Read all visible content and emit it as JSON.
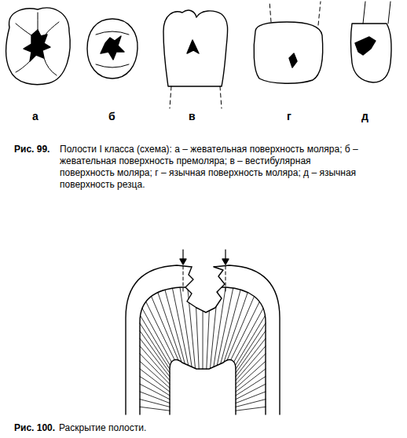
{
  "diagram": {
    "labels": [
      "а",
      "б",
      "в",
      "г",
      "д",
      "Рис. 99.",
      "Полости I класса (схема): а – жевательная поверхность моляра; б – жевательная поверхность премоляра; в – вестибулярная поверхность моляра; г – язычная поверхность моляра; д – язычная поверхность резца.",
      "Рис. 100.",
      "Раскрытие полости."
    ]
  }
}
